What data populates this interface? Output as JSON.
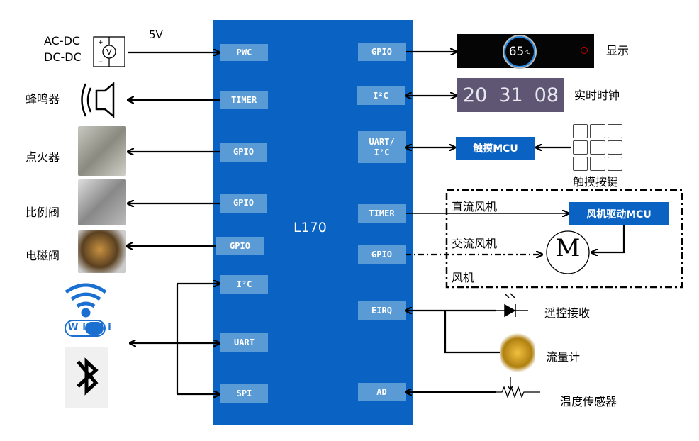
{
  "chip": {
    "name": "L170",
    "color": "#0a63c2"
  },
  "left_pins": [
    "PWC",
    "TIMER",
    "GPIO",
    "GPIO",
    "GPIO",
    "I²C",
    "UART",
    "SPI"
  ],
  "right_pins": [
    "GPIO",
    "I²C",
    "UART/\nI²C",
    "TIMER",
    "GPIO",
    "EIRQ",
    "AD"
  ],
  "left_labels": {
    "power1": "AC-DC",
    "power2": "DC-DC",
    "voltage": "5V",
    "buzzer": "蜂鸣器",
    "igniter": "点火器",
    "prop_valve": "比例阀",
    "solenoid": "电磁阀",
    "wifi": "Wi Fi"
  },
  "right_labels": {
    "display": "显示",
    "rtc": "实时时钟",
    "touch_mcu": "触摸MCU",
    "touch_keys": "触摸按键",
    "dc_fan": "直流风机",
    "fan_mcu": "风机驱动MCU",
    "ac_fan": "交流风机",
    "fan": "风机",
    "motor": "M",
    "ir": "遥控接收",
    "flow": "流量计",
    "temp": "温度传感器"
  },
  "display_panel": {
    "temp": "65",
    "unit": "℃"
  },
  "clock": {
    "h": "20",
    "m": "31",
    "s": "08"
  },
  "pin_color": "#5b9bd5"
}
